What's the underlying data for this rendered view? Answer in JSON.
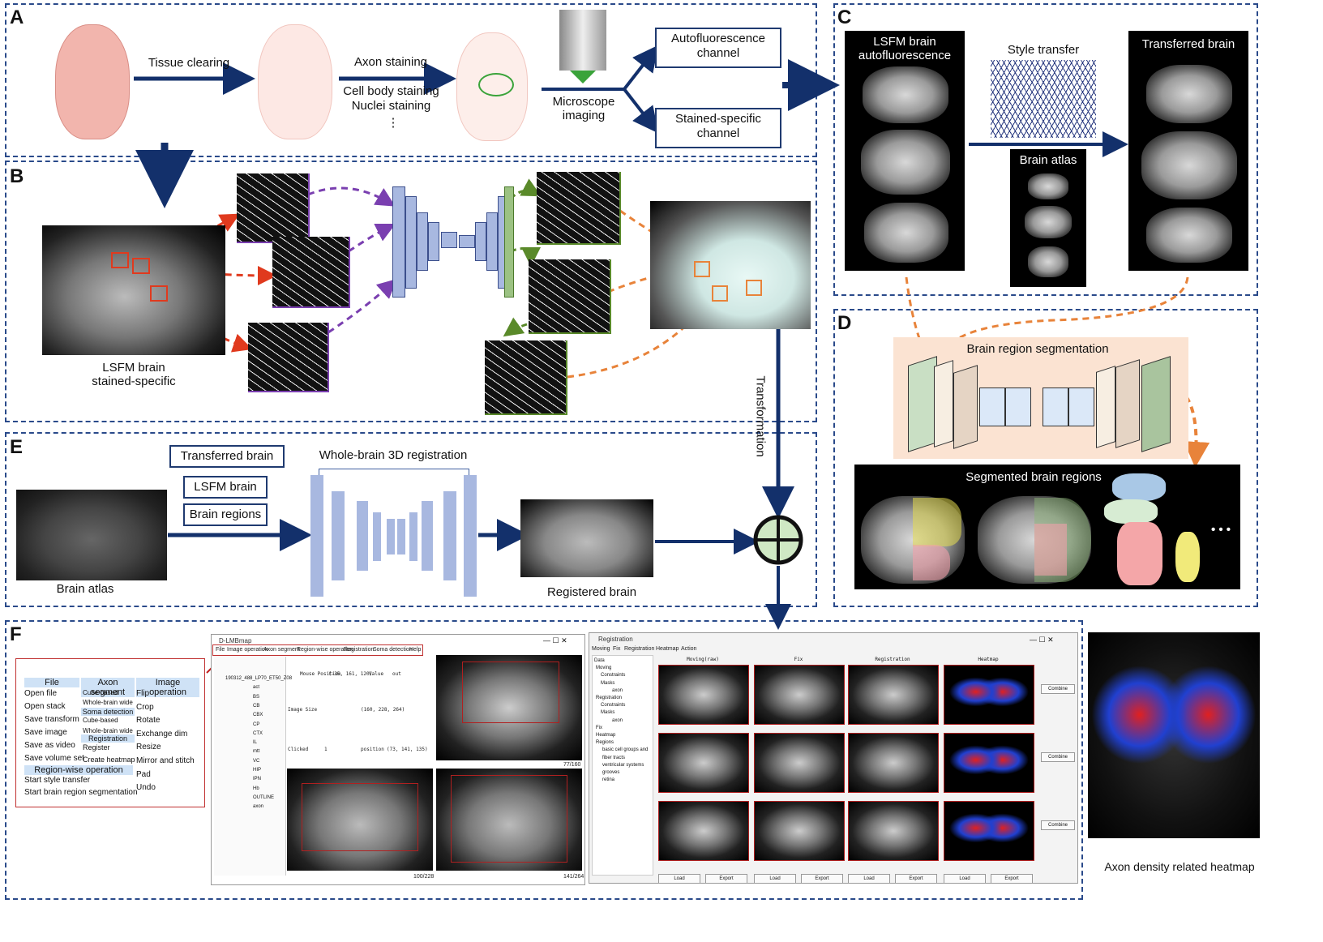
{
  "panels": {
    "A": "A",
    "B": "B",
    "C": "C",
    "D": "D",
    "E": "E",
    "F": "F"
  },
  "panel_a": {
    "tissue_clearing": "Tissue clearing",
    "axon_staining": "Axon staining",
    "cell_body_staining": "Cell body staining",
    "nuclei_staining": "Nuclei staining",
    "ellipsis": "⋮",
    "microscope_imaging_1": "Microscope",
    "microscope_imaging_2": "imaging",
    "autofluorescence_1": "Autofluorescence",
    "autofluorescence_2": "channel",
    "stained_specific_1": "Stained-specific",
    "stained_specific_2": "channel"
  },
  "panel_b": {
    "lsfm_1": "LSFM brain",
    "lsfm_2": "stained-specific",
    "transformation": "Transformation"
  },
  "panel_c": {
    "lsfm_auto_1": "LSFM brain",
    "lsfm_auto_2": "autofluorescence",
    "style_transfer": "Style transfer",
    "brain_atlas": "Brain atlas",
    "transferred_brain": "Transferred brain"
  },
  "panel_d": {
    "segmentation": "Brain region segmentation",
    "segmented": "Segmented brain regions",
    "more": "• • •"
  },
  "panel_e": {
    "transferred_brain": "Transferred brain",
    "lsfm_brain": "LSFM brain",
    "brain_regions": "Brain regions",
    "registration": "Whole-brain 3D registration",
    "brain_atlas": "Brain atlas",
    "registered_brain": "Registered brain"
  },
  "panel_f": {
    "menu": {
      "file": {
        "head": "File",
        "items": [
          "Open file",
          "Open stack",
          "Save transform",
          "Save image",
          "Save as video",
          "Save volume set"
        ]
      },
      "axon": {
        "head": "Axon segment",
        "items": [
          "Cube-based",
          "Whole-brain wide"
        ]
      },
      "soma": {
        "head": "Soma detection",
        "items": [
          "Cube-based",
          "Whole-brain wide"
        ]
      },
      "registration": {
        "head": "Registration",
        "items": [
          "Register",
          "Create heatmap"
        ]
      },
      "image_op": {
        "head": "Image operation",
        "items": [
          "Flip",
          "Crop",
          "Rotate",
          "Exchange dim",
          "Resize",
          "Mirror and stitch",
          "Pad",
          "Undo"
        ]
      },
      "region_op": {
        "head": "Region-wise operation",
        "items": [
          "Start style transfer",
          "Start brain region segmentation"
        ]
      }
    },
    "win1": {
      "title": "D-LMBmap",
      "menubar": [
        "File",
        "Image operation",
        "Axon segment",
        "Region-wise operation",
        "Registration",
        "Soma detection",
        "Help"
      ],
      "layers": [
        "190312_488_LP70_ET50_Z08",
        "act",
        "BS",
        "CB",
        "CBX",
        "CP",
        "CTX",
        "IL",
        "mtt",
        "VC",
        "HIP",
        "IPN",
        "Hb",
        "OUTLINE",
        "axon"
      ],
      "mouse_position": "Mouse Position",
      "mouse_pos_val": "(-35, 161, 120)",
      "value_lbl": "Value",
      "value_val": "out",
      "image_size": "Image Size",
      "image_size_val": "(160, 228, 264)",
      "clicked": "Clicked",
      "clicked_val": "1",
      "position": "position",
      "position_val": "(73, 141, 135)",
      "page_a": "77/160",
      "page_b": "100/228",
      "page_c": "141/264"
    },
    "win2": {
      "title": "Registration",
      "menubar": [
        "Moving",
        "Fix",
        "Registration",
        "Heatmap",
        "Action"
      ],
      "tree": [
        "Data",
        "Moving",
        "Constraints",
        "Masks",
        "axon",
        "Registration",
        "Constraints",
        "Masks",
        "axon",
        "Fix",
        "Heatmap",
        "Regions",
        "basic cell groups and",
        "fiber tracts",
        "ventricular systems",
        "grooves",
        "retina"
      ],
      "col_heads": [
        "Moving(raw)",
        "Fix",
        "Registration",
        "Heatmap"
      ],
      "combine": "Combine",
      "load": "Load",
      "export": "Export"
    },
    "heatmap_caption": "Axon density related heatmap"
  },
  "colors": {
    "arrow_blue": "#13306b",
    "dashed_orange": "#e8833a",
    "dashed_purple": "#7a3fb0",
    "dashed_red": "#e03a1e",
    "dashed_green": "#5a8a2a",
    "panel_border": "#2a4a8a"
  }
}
